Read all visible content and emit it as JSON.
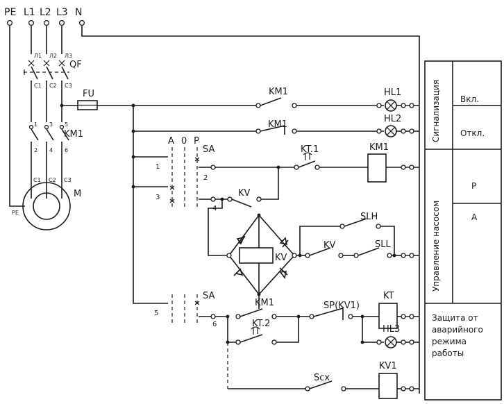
{
  "supply": {
    "pe": "PE",
    "l1": "L1",
    "l2": "L2",
    "l3": "L3",
    "n": "N"
  },
  "breaker": {
    "designator": "QF",
    "pole_top": [
      "Л1",
      "Л2",
      "Л3"
    ],
    "pole_bottom": [
      "С1",
      "С2",
      "С3"
    ]
  },
  "contactor_main": {
    "designator": "KM1",
    "pole_top": [
      "1",
      "3",
      "5"
    ],
    "pole_bottom": [
      "2",
      "4",
      "6"
    ]
  },
  "motor": {
    "designator": "M",
    "terminals": [
      "С1",
      "С2",
      "С3"
    ],
    "pe_label": "PE"
  },
  "fuse": "FU",
  "contacts": {
    "km1_no_hl1": "KM1",
    "km1_nc_hl2": "KM1",
    "kt1": "KT.1",
    "kv_self_hold": "KV",
    "slh": "SLH",
    "kv_level": "KV",
    "sll": "SLL",
    "km1_protection": "KM1",
    "kt2": "KT.2",
    "sp_kv1": "SP(KV1)",
    "scx": "Scx"
  },
  "coils": {
    "km1": "KM1",
    "kt": "KT",
    "kv1": "KV1",
    "kv": "KV"
  },
  "lamps": {
    "hl1": "HL1",
    "hl2": "HL2",
    "hl3": "HL3"
  },
  "switch_sa": {
    "designator_upper": "SA",
    "designator_lower": "SA",
    "positions": [
      "A",
      "0",
      "P"
    ],
    "wires_upper": [
      "1",
      "2",
      "3",
      "4"
    ],
    "wires_lower": [
      "5",
      "6"
    ]
  },
  "legend": {
    "signaling_title": "Сигнализация",
    "signaling_on": "Вкл.",
    "signaling_off": "Откл.",
    "pump_title": "Управление насосом",
    "pump_manual": "Р",
    "pump_auto": "А",
    "protection_text": [
      "Защита от",
      "аварийного",
      "режима",
      "работы"
    ]
  }
}
